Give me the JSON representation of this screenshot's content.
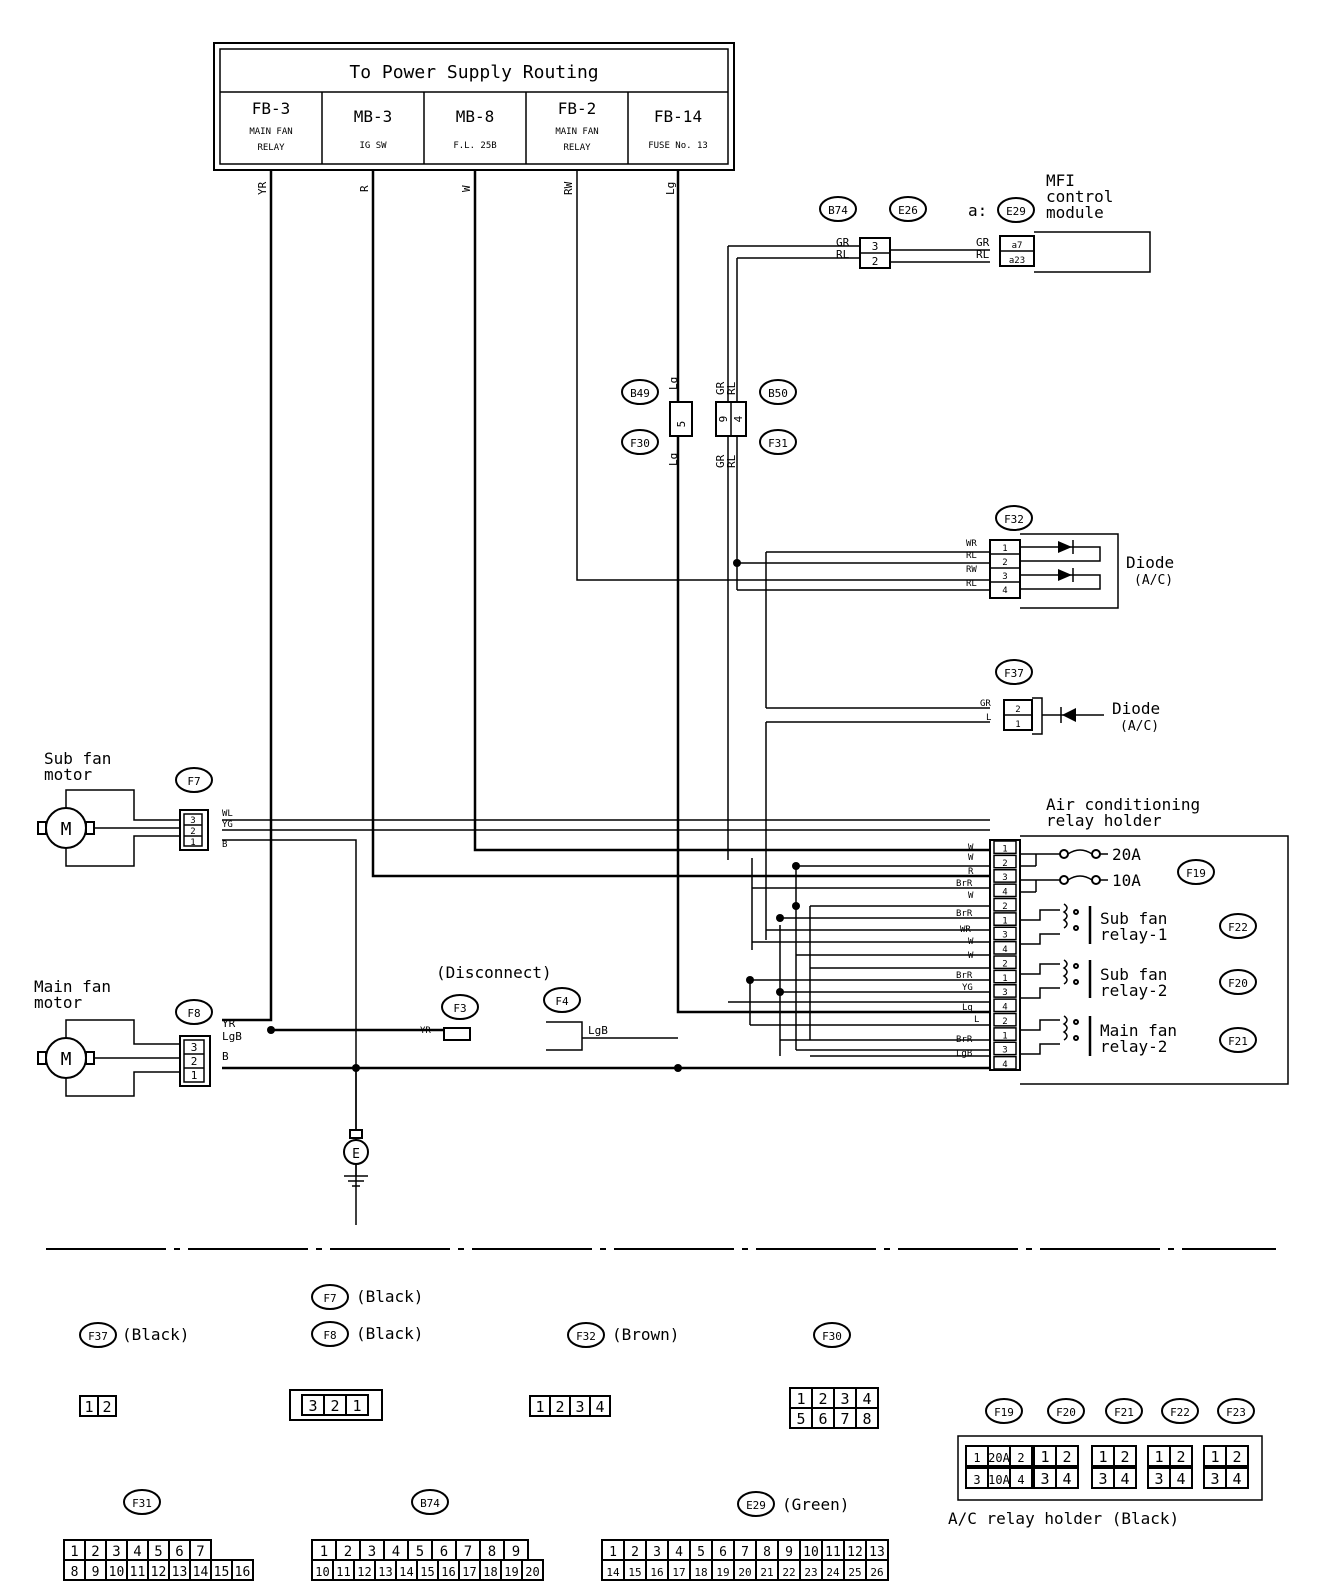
{
  "power_supply": {
    "title": "To Power Supply Routing",
    "cells": [
      {
        "code": "FB-3",
        "desc1": "MAIN FAN",
        "desc2": "RELAY"
      },
      {
        "code": "MB-3",
        "desc1": "IG SW",
        "desc2": ""
      },
      {
        "code": "MB-8",
        "desc1": "F.L. 25B",
        "desc2": ""
      },
      {
        "code": "FB-2",
        "desc1": "MAIN FAN",
        "desc2": "RELAY"
      },
      {
        "code": "FB-14",
        "desc1": "FUSE No. 13",
        "desc2": ""
      }
    ],
    "wires": [
      "YR",
      "R",
      "W",
      "RW",
      "Lg"
    ]
  },
  "connectors": {
    "B74": "B74",
    "E26": "E26",
    "E29": "E29",
    "B49": "B49",
    "B50": "B50",
    "F30": "F30",
    "F31": "F31",
    "F32": "F32",
    "F37": "F37",
    "F7": "F7",
    "F8": "F8",
    "F3": "F3",
    "F4": "F4",
    "F19": "F19",
    "F22": "F22",
    "F20": "F20",
    "F21": "F21",
    "F23": "F23",
    "E": "E"
  },
  "mfi": {
    "prefix": "a:",
    "line1": "MFI",
    "line2": "control",
    "line3": "module",
    "pins": [
      "a7",
      "a23"
    ],
    "wires": [
      "GR",
      "RL"
    ]
  },
  "b74_pins": [
    "3",
    "2"
  ],
  "b74_wires": [
    "GR",
    "RL"
  ],
  "b49_wire_top": "Lg",
  "b49_pin": "5",
  "b49_wire_bot": "Lg",
  "b50_wires_top": [
    "GR",
    "RL"
  ],
  "b50_pins": [
    "9",
    "4"
  ],
  "b50_wires_bot": [
    "GR",
    "RL"
  ],
  "f32": {
    "wires": [
      "WR",
      "RL",
      "RW",
      "RL"
    ],
    "pins": [
      "1",
      "2",
      "3",
      "4"
    ],
    "label1": "Diode",
    "label2": "(A/C)"
  },
  "f37": {
    "wires": [
      "GR",
      "L"
    ],
    "pins": [
      "2",
      "1"
    ],
    "label1": "Diode",
    "label2": "(A/C)"
  },
  "sub_fan": {
    "line1": "Sub fan",
    "line2": "motor",
    "wires": [
      "WL",
      "YG",
      "B"
    ],
    "pins": [
      "3",
      "2",
      "1"
    ]
  },
  "main_fan": {
    "line1": "Main fan",
    "line2": "motor",
    "wires": [
      "YR",
      "LgB",
      "B"
    ],
    "pins": [
      "3",
      "2",
      "1"
    ]
  },
  "disconnect": {
    "label": "(Disconnect)",
    "f3_wire": "YR",
    "f4_wire": "LgB"
  },
  "relay_holder": {
    "line1": "Air conditioning",
    "line2": "relay holder",
    "fuse1": "20A",
    "fuse2": "10A",
    "relay1": [
      "Sub fan",
      "relay-1"
    ],
    "relay2": [
      "Sub fan",
      "relay-2"
    ],
    "relay3": [
      "Main fan",
      "relay-2"
    ],
    "wires": [
      "W",
      "W",
      "R",
      "BrR",
      "W",
      "BrR",
      "WR",
      "W",
      "W",
      "BrR",
      "YG",
      "Lg",
      "L",
      "BrR",
      "LgB"
    ],
    "pins": [
      "1",
      "2",
      "3",
      "4",
      "2",
      "1",
      "3",
      "4",
      "2",
      "1",
      "3",
      "4",
      "2",
      "1",
      "3",
      "4"
    ]
  },
  "legend": {
    "f37": {
      "code": "F37",
      "color": "(Black)",
      "pins": [
        "1",
        "2"
      ]
    },
    "f7": {
      "code": "F7",
      "color": "(Black)"
    },
    "f8": {
      "code": "F8",
      "color": "(Black)",
      "pins": [
        "3",
        "2",
        "1"
      ]
    },
    "f32": {
      "code": "F32",
      "color": "(Brown)",
      "pins": [
        "1",
        "2",
        "3",
        "4"
      ]
    },
    "f30": {
      "code": "F30",
      "row1": [
        "1",
        "2",
        "3",
        "4"
      ],
      "row2": [
        "5",
        "6",
        "7",
        "8"
      ]
    },
    "relay_codes": [
      "F19",
      "F20",
      "F21",
      "F22",
      "F23"
    ],
    "relay_holder_label": "A/C relay holder (Black)",
    "f19_pins": [
      "1",
      "20A",
      "2",
      "3",
      "10A",
      "4"
    ],
    "small_relay_pins": [
      "1",
      "2",
      "3",
      "4"
    ],
    "f31": {
      "code": "F31",
      "row1": [
        "1",
        "2",
        "3",
        "4",
        "5",
        "6",
        "7"
      ],
      "row2": [
        "8",
        "9",
        "10",
        "11",
        "12",
        "13",
        "14",
        "15",
        "16"
      ]
    },
    "b74": {
      "code": "B74",
      "row1": [
        "1",
        "2",
        "3",
        "4",
        "5",
        "6",
        "7",
        "8",
        "9"
      ],
      "row2": [
        "10",
        "11",
        "12",
        "13",
        "14",
        "15",
        "16",
        "17",
        "18",
        "19",
        "20"
      ]
    },
    "e29": {
      "code": "E29",
      "color": "(Green)",
      "row1": [
        "1",
        "2",
        "3",
        "4",
        "5",
        "6",
        "7",
        "8",
        "9",
        "10",
        "11",
        "12",
        "13"
      ],
      "row2": [
        "14",
        "15",
        "16",
        "17",
        "18",
        "19",
        "20",
        "21",
        "22",
        "23",
        "24",
        "25",
        "26"
      ]
    }
  }
}
